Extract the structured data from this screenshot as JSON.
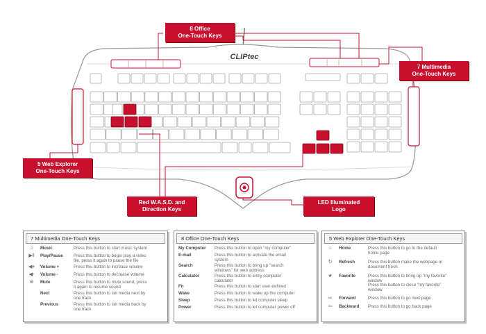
{
  "brand": "CLIPtec",
  "callouts": {
    "office_line1": "8 Office",
    "office_line2": "One-Touch Keys",
    "multimedia_line1": "7 Multimedia",
    "multimedia_line2": "One-Touch Keys",
    "explorer_line1": "5 Web Explorer",
    "explorer_line2": "One-Touch Keys",
    "wasd_line1": "Red W.A.S.D. and",
    "wasd_line2": "Direction Keys",
    "led_line1": "LED Illuminated",
    "led_line2": "Logo"
  },
  "colors": {
    "accent": "#c8102e",
    "outline": "#9a9a9a"
  },
  "panels": {
    "multimedia": {
      "title": "7 Multimedia One-Touch Keys",
      "rows": [
        {
          "icon": "music-icon",
          "glyph": "♫",
          "name": "Music",
          "desc1": "Press this button to start music system",
          "desc2": ""
        },
        {
          "icon": "play-pause-icon",
          "glyph": "▶‖",
          "name": "Play/Pause",
          "desc1": "Press this button to begin play a video",
          "desc2": "file, press it again to pause the file"
        },
        {
          "icon": "volume-up-icon",
          "glyph": "◀+",
          "name": "Volume +",
          "desc1": "Press this button to increase volume",
          "desc2": ""
        },
        {
          "icon": "volume-down-icon",
          "glyph": "◀-",
          "name": "Volume -",
          "desc1": "Press this button to decrease volume",
          "desc2": ""
        },
        {
          "icon": "mute-icon",
          "glyph": "⊗",
          "name": "Mute",
          "desc1": "Press this button to mute sound, press",
          "desc2": "it again to resume sound"
        },
        {
          "icon": "",
          "glyph": "",
          "name": "Next",
          "desc1": "Press this button to set media next by",
          "desc2": "one track"
        },
        {
          "icon": "",
          "glyph": "",
          "name": "Previous",
          "desc1": "Press this button to set media back by",
          "desc2": "one track"
        }
      ]
    },
    "office": {
      "title": "8 Office One-Touch Keys",
      "rows": [
        {
          "name": "My Computer",
          "desc1": "Press this button to open \"my computer\"",
          "desc2": ""
        },
        {
          "name": "E-mail",
          "desc1": "Press this button to activate the email",
          "desc2": "system"
        },
        {
          "name": "Search",
          "desc1": "Press this button to bring up \"search",
          "desc2": "windows\" for web address"
        },
        {
          "name": "Calculator",
          "desc1": "Press this button to entry computer",
          "desc2": "calculator"
        },
        {
          "name": "Fn",
          "desc1": "Press this button to start user-defined",
          "desc2": ""
        },
        {
          "name": "Wake",
          "desc1": "Press this button to wake up the computer",
          "desc2": ""
        },
        {
          "name": "Sleep",
          "desc1": "Press this button to let computer sleep",
          "desc2": ""
        },
        {
          "name": "Power",
          "desc1": "Press this button to let computer power off",
          "desc2": ""
        }
      ]
    },
    "explorer": {
      "title": "5 Web Explorer One-Touch Keys",
      "rows": [
        {
          "icon": "home-icon",
          "glyph": "⌂",
          "name": "Home",
          "desc1": "Press this button to go to the default",
          "desc2": "home page",
          "desc3": ""
        },
        {
          "icon": "refresh-icon",
          "glyph": "↻",
          "name": "Refresh",
          "desc1": "Press this button make the webpage or",
          "desc2": "document fresh",
          "desc3": ""
        },
        {
          "icon": "favorite-icon",
          "glyph": "★",
          "name": "Favorite",
          "desc1": "Press this button to bring up \"my favorite\"",
          "desc2": "window",
          "desc3": "Press this button to close \"my favorite\"",
          "desc4": "window"
        },
        {
          "icon": "forward-icon",
          "glyph": "⇨",
          "name": "Forward",
          "desc1": "Press this button to go next page",
          "desc2": "",
          "desc3": ""
        },
        {
          "icon": "backward-icon",
          "glyph": "⇦",
          "name": "Backward",
          "desc1": "Press this button to go back page",
          "desc2": "",
          "desc3": ""
        }
      ]
    }
  }
}
